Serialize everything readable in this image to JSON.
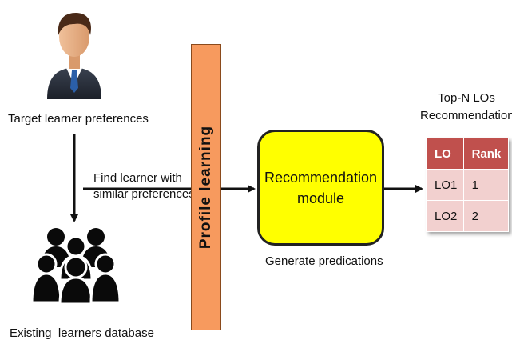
{
  "target_label": "Target learner preferences",
  "existing_label": "Existing  learners database",
  "find_label_line1": "Find learner with",
  "find_label_line2": "similar preferences",
  "profile_label": "Profile learning",
  "module_line1": "Recommendation",
  "module_line2": "module",
  "generate_label": "Generate predications",
  "topn_line1": "Top-N LOs",
  "topn_line2": "Recommendations",
  "table": {
    "headers": [
      "LO",
      "Rank"
    ],
    "rows": [
      [
        "LO1",
        "1"
      ],
      [
        "LO2",
        "2"
      ]
    ]
  },
  "colors": {
    "profile_bar": "#f79a5e",
    "module_fill": "#ffff00",
    "table_header": "#c0504d",
    "table_cell": "#f2d0cf"
  },
  "icons": [
    "businessman-icon",
    "user-group-icon"
  ]
}
